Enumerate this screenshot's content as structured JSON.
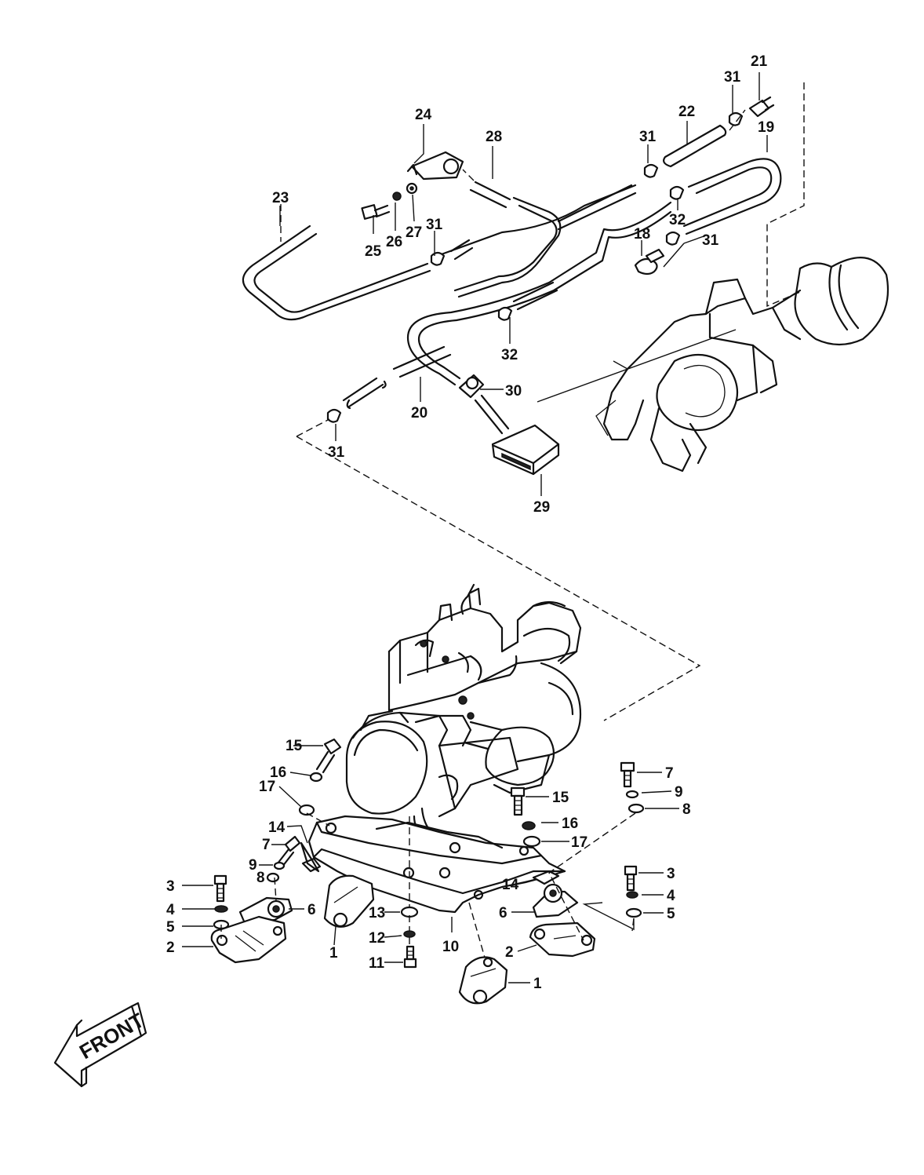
{
  "colors": {
    "ink": "#111111",
    "paper": "#ffffff"
  },
  "callouts": [
    "1",
    "2",
    "3",
    "4",
    "5",
    "6",
    "7",
    "8",
    "9",
    "10",
    "11",
    "12",
    "13",
    "14",
    "15",
    "16",
    "17",
    "18",
    "19",
    "20",
    "21",
    "22",
    "23",
    "24",
    "25",
    "26",
    "27",
    "28",
    "29",
    "30",
    "31",
    "32"
  ],
  "front_label": "FRONT"
}
